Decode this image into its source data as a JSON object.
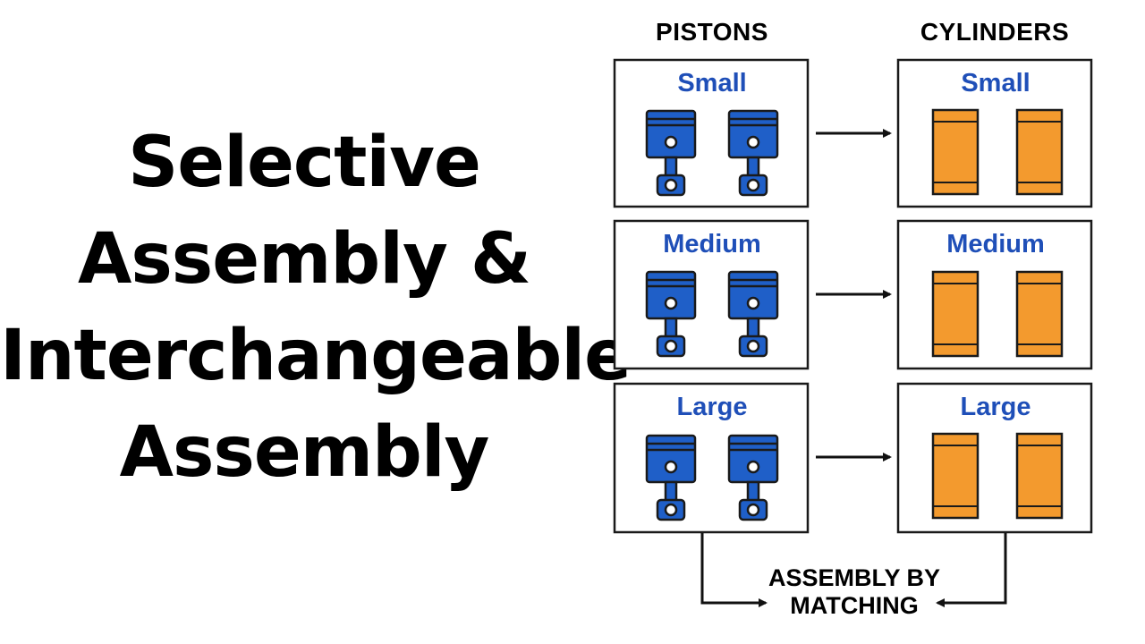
{
  "title": {
    "line1": "Selective",
    "line2": "Assembly &",
    "line3": "Interchangeable",
    "line4": "Assembly"
  },
  "columns": {
    "pistons": "PISTONS",
    "cylinders": "CYLINDERS"
  },
  "rows": [
    {
      "piston_label": "Small",
      "cylinder_label": "Small"
    },
    {
      "piston_label": "Medium",
      "cylinder_label": "Medium"
    },
    {
      "piston_label": "Large",
      "cylinder_label": "Large"
    }
  ],
  "footer": {
    "line1": "ASSEMBLY BY",
    "line2": "MATCHING"
  },
  "colors": {
    "label_blue": "#1f4fb8",
    "piston_blue": "#1f5fc8",
    "cylinder_orange": "#f39a2e",
    "outline": "#1a1a1a"
  },
  "icons": {
    "piston": "piston-icon",
    "cylinder": "cylinder-icon"
  }
}
